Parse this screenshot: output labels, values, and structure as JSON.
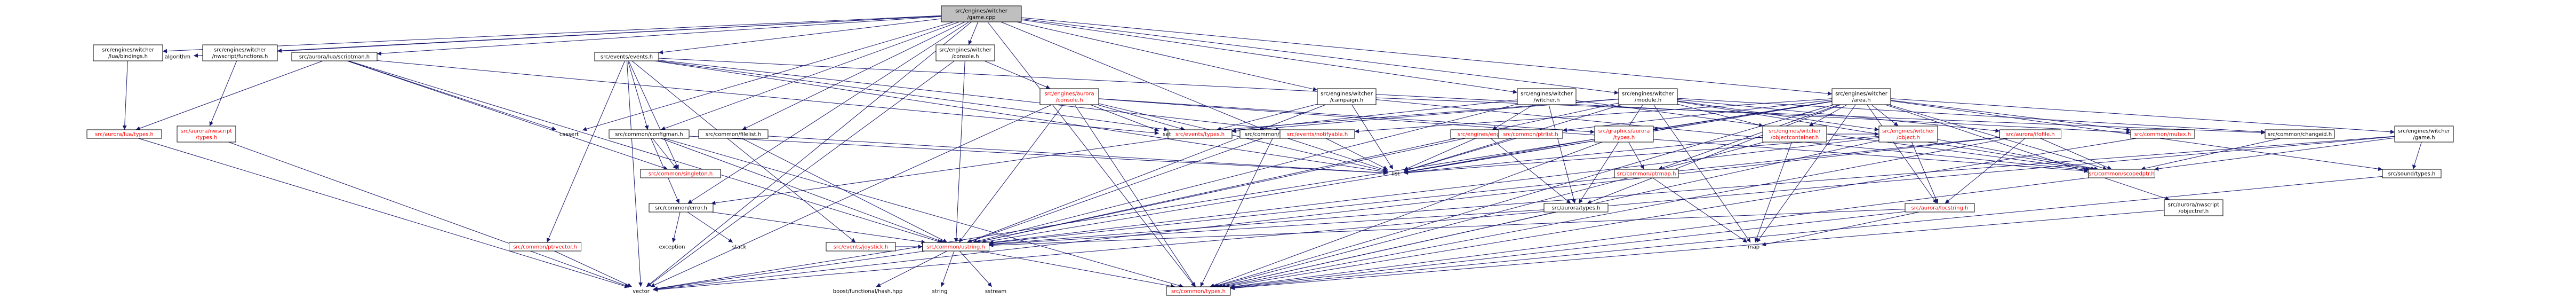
{
  "root": "src/engines/witcher/game.cpp",
  "nodes": [
    {
      "id": "game_cpp",
      "lines": [
        "src/engines/witcher",
        "/game.cpp"
      ],
      "style": "root"
    },
    {
      "id": "lua_bindings",
      "lines": [
        "src/engines/witcher",
        "/lua/bindings.h"
      ],
      "style": "box"
    },
    {
      "id": "algorithm",
      "lines": [
        "algorithm"
      ],
      "style": "plain"
    },
    {
      "id": "nwscript_functions",
      "lines": [
        "src/engines/witcher",
        "/nwscript/functions.h"
      ],
      "style": "box"
    },
    {
      "id": "scriptman",
      "lines": [
        "src/aurora/lua/scriptman.h"
      ],
      "style": "box"
    },
    {
      "id": "console",
      "lines": [
        "src/engines/witcher",
        "/console.h"
      ],
      "style": "box"
    },
    {
      "id": "events",
      "lines": [
        "src/events/events.h"
      ],
      "style": "box"
    },
    {
      "id": "aurora_console",
      "lines": [
        "src/engines/aurora",
        "/console.h"
      ],
      "style": "red"
    },
    {
      "id": "filelist",
      "lines": [
        "src/common/filelist.h"
      ],
      "style": "box"
    },
    {
      "id": "filepath",
      "lines": [
        "src/common/filepath.h"
      ],
      "style": "box"
    },
    {
      "id": "campaign",
      "lines": [
        "src/engines/witcher",
        "/campaign.h"
      ],
      "style": "box"
    },
    {
      "id": "witcher_h",
      "lines": [
        "src/engines/witcher",
        "/witcher.h"
      ],
      "style": "box"
    },
    {
      "id": "module",
      "lines": [
        "src/engines/witcher",
        "/module.h"
      ],
      "style": "box"
    },
    {
      "id": "area",
      "lines": [
        "src/engines/witcher",
        "/area.h"
      ],
      "style": "box"
    },
    {
      "id": "nwscript_types",
      "lines": [
        "src/aurora/nwscript",
        "/types.h"
      ],
      "style": "red"
    },
    {
      "id": "lua_types",
      "lines": [
        "src/aurora/lua/types.h"
      ],
      "style": "red"
    },
    {
      "id": "cassert",
      "lines": [
        "cassert"
      ],
      "style": "plain"
    },
    {
      "id": "configman",
      "lines": [
        "src/common/configman.h"
      ],
      "style": "box"
    },
    {
      "id": "singleton",
      "lines": [
        "src/common/singleton.h"
      ],
      "style": "red"
    },
    {
      "id": "error",
      "lines": [
        "src/common/error.h"
      ],
      "style": "box"
    },
    {
      "id": "ptrvector",
      "lines": [
        "src/common/ptrvector.h"
      ],
      "style": "red"
    },
    {
      "id": "joystick",
      "lines": [
        "src/events/joystick.h"
      ],
      "style": "red"
    },
    {
      "id": "events_types",
      "lines": [
        "src/events/types.h"
      ],
      "style": "red"
    },
    {
      "id": "notifyable",
      "lines": [
        "src/events/notifyable.h"
      ],
      "style": "red"
    },
    {
      "id": "set",
      "lines": [
        "set"
      ],
      "style": "plain"
    },
    {
      "id": "list",
      "lines": [
        "list"
      ],
      "style": "plain"
    },
    {
      "id": "exception",
      "lines": [
        "exception"
      ],
      "style": "plain"
    },
    {
      "id": "stack",
      "lines": [
        "stack"
      ],
      "style": "plain"
    },
    {
      "id": "ustring",
      "lines": [
        "src/common/ustring.h"
      ],
      "style": "red"
    },
    {
      "id": "vector",
      "lines": [
        "vector"
      ],
      "style": "plain"
    },
    {
      "id": "common_types",
      "lines": [
        "src/common/types.h"
      ],
      "style": "red"
    },
    {
      "id": "hash",
      "lines": [
        "boost/functional/hash.hpp"
      ],
      "style": "plain"
    },
    {
      "id": "string",
      "lines": [
        "string"
      ],
      "style": "plain"
    },
    {
      "id": "sstream",
      "lines": [
        "sstream"
      ],
      "style": "plain"
    },
    {
      "id": "engine",
      "lines": [
        "src/engines/engine.h"
      ],
      "style": "red"
    },
    {
      "id": "ptrlist",
      "lines": [
        "src/common/ptrlist.h"
      ],
      "style": "red"
    },
    {
      "id": "graphics_types",
      "lines": [
        "src/graphics/aurora",
        "/types.h"
      ],
      "style": "red"
    },
    {
      "id": "aurora_types",
      "lines": [
        "src/aurora/types.h"
      ],
      "style": "box"
    },
    {
      "id": "ptrmap",
      "lines": [
        "src/common/ptrmap.h"
      ],
      "style": "red"
    },
    {
      "id": "objectcontainer",
      "lines": [
        "src/engines/witcher",
        "/objectcontainer.h"
      ],
      "style": "red"
    },
    {
      "id": "object",
      "lines": [
        "src/engines/witcher",
        "/object.h"
      ],
      "style": "red"
    },
    {
      "id": "locstring",
      "lines": [
        "src/aurora/locstring.h"
      ],
      "style": "red"
    },
    {
      "id": "map",
      "lines": [
        "map"
      ],
      "style": "plain"
    },
    {
      "id": "ifofile",
      "lines": [
        "src/aurora/ifofile.h"
      ],
      "style": "red"
    },
    {
      "id": "mutex",
      "lines": [
        "src/common/mutex.h"
      ],
      "style": "red"
    },
    {
      "id": "changeid",
      "lines": [
        "src/common/changeid.h"
      ],
      "style": "box"
    },
    {
      "id": "objectref",
      "lines": [
        "src/aurora/nwscript",
        "/objectref.h"
      ],
      "style": "box"
    },
    {
      "id": "scopedptr",
      "lines": [
        "src/common/scopedptr.h"
      ],
      "style": "red"
    },
    {
      "id": "game_h",
      "lines": [
        "src/engines/witcher",
        "/game.h"
      ],
      "style": "box"
    },
    {
      "id": "sound_types",
      "lines": [
        "src/sound/types.h"
      ],
      "style": "box"
    }
  ],
  "edges": [
    [
      "game_cpp",
      "lua_bindings"
    ],
    [
      "game_cpp",
      "algorithm"
    ],
    [
      "game_cpp",
      "nwscript_functions"
    ],
    [
      "game_cpp",
      "scriptman"
    ],
    [
      "game_cpp",
      "console"
    ],
    [
      "game_cpp",
      "events"
    ],
    [
      "game_cpp",
      "filelist"
    ],
    [
      "game_cpp",
      "filepath"
    ],
    [
      "game_cpp",
      "configman"
    ],
    [
      "game_cpp",
      "campaign"
    ],
    [
      "game_cpp",
      "witcher_h"
    ],
    [
      "game_cpp",
      "module"
    ],
    [
      "game_cpp",
      "area"
    ],
    [
      "game_cpp",
      "error"
    ],
    [
      "game_cpp",
      "common_types"
    ],
    [
      "game_cpp",
      "cassert"
    ],
    [
      "game_cpp",
      "vector"
    ],
    [
      "lua_bindings",
      "lua_types"
    ],
    [
      "nwscript_functions",
      "nwscript_types"
    ],
    [
      "scriptman",
      "lua_types"
    ],
    [
      "scriptman",
      "cassert"
    ],
    [
      "scriptman",
      "set"
    ],
    [
      "scriptman",
      "singleton"
    ],
    [
      "scriptman",
      "ustring"
    ],
    [
      "console",
      "aurora_console"
    ],
    [
      "console",
      "ustring"
    ],
    [
      "console",
      "vector"
    ],
    [
      "events",
      "configman"
    ],
    [
      "events",
      "joystick"
    ],
    [
      "events",
      "events_types"
    ],
    [
      "events",
      "notifyable"
    ],
    [
      "events",
      "singleton"
    ],
    [
      "events",
      "ptrvector"
    ],
    [
      "events",
      "mutex"
    ],
    [
      "events",
      "list"
    ],
    [
      "events",
      "vector"
    ],
    [
      "aurora_console",
      "events_types"
    ],
    [
      "aurora_console",
      "set"
    ],
    [
      "aurora_console",
      "list"
    ],
    [
      "aurora_console",
      "ustring"
    ],
    [
      "aurora_console",
      "vector"
    ],
    [
      "aurora_console",
      "common_types"
    ],
    [
      "aurora_console",
      "graphics_types"
    ],
    [
      "aurora_console",
      "scopedptr"
    ],
    [
      "filelist",
      "ustring"
    ],
    [
      "filelist",
      "list"
    ],
    [
      "filepath",
      "ustring"
    ],
    [
      "filepath",
      "list"
    ],
    [
      "filepath",
      "common_types"
    ],
    [
      "campaign",
      "events_types"
    ],
    [
      "campaign",
      "ustring"
    ],
    [
      "campaign",
      "list"
    ],
    [
      "campaign",
      "scopedptr"
    ],
    [
      "campaign",
      "changeid"
    ],
    [
      "witcher_h",
      "engine"
    ],
    [
      "witcher_h",
      "aurora_types"
    ],
    [
      "witcher_h",
      "ustring"
    ],
    [
      "witcher_h",
      "scopedptr"
    ],
    [
      "witcher_h",
      "events_types"
    ],
    [
      "module",
      "events_types"
    ],
    [
      "module",
      "ustring"
    ],
    [
      "module",
      "aurora_types"
    ],
    [
      "module",
      "object"
    ],
    [
      "module",
      "objectcontainer"
    ],
    [
      "module",
      "ifofile"
    ],
    [
      "module",
      "scopedptr"
    ],
    [
      "module",
      "changeid"
    ],
    [
      "module",
      "set"
    ],
    [
      "module",
      "list"
    ],
    [
      "module",
      "map"
    ],
    [
      "area",
      "notifyable"
    ],
    [
      "area",
      "ptrlist"
    ],
    [
      "area",
      "graphics_types"
    ],
    [
      "area",
      "ptrmap"
    ],
    [
      "area",
      "objectcontainer"
    ],
    [
      "area",
      "object"
    ],
    [
      "area",
      "mutex"
    ],
    [
      "area",
      "aurora_types"
    ],
    [
      "area",
      "ustring"
    ],
    [
      "area",
      "list"
    ],
    [
      "area",
      "map"
    ],
    [
      "area",
      "locstring"
    ],
    [
      "area",
      "vector"
    ],
    [
      "area",
      "sound_types"
    ],
    [
      "area",
      "objectref"
    ],
    [
      "area",
      "scopedptr"
    ],
    [
      "area",
      "game_h"
    ],
    [
      "area",
      "common_types"
    ],
    [
      "lua_types",
      "vector"
    ],
    [
      "nwscript_types",
      "vector"
    ],
    [
      "configman",
      "singleton"
    ],
    [
      "configman",
      "error"
    ],
    [
      "configman",
      "ustring"
    ],
    [
      "configman",
      "list"
    ],
    [
      "configman",
      "common_types"
    ],
    [
      "error",
      "exception"
    ],
    [
      "error",
      "stack"
    ],
    [
      "error",
      "ustring"
    ],
    [
      "ptrvector",
      "vector"
    ],
    [
      "joystick",
      "ustring"
    ],
    [
      "events_types",
      "error"
    ],
    [
      "notifyable",
      "list"
    ],
    [
      "ustring",
      "hash"
    ],
    [
      "ustring",
      "string"
    ],
    [
      "ustring",
      "sstream"
    ],
    [
      "ustring",
      "vector"
    ],
    [
      "ustring",
      "common_types"
    ],
    [
      "engine",
      "aurora_types"
    ],
    [
      "engine",
      "ustring"
    ],
    [
      "engine",
      "list"
    ],
    [
      "ptrlist",
      "list"
    ],
    [
      "graphics_types",
      "ptrmap"
    ],
    [
      "graphics_types",
      "list"
    ],
    [
      "graphics_types",
      "common_types"
    ],
    [
      "aurora_types",
      "ustring"
    ],
    [
      "aurora_types",
      "common_types"
    ],
    [
      "ptrmap",
      "map"
    ],
    [
      "objectcontainer",
      "list"
    ],
    [
      "objectcontainer",
      "map"
    ],
    [
      "objectcontainer",
      "object"
    ],
    [
      "objectcontainer",
      "common_types"
    ],
    [
      "object",
      "locstring"
    ],
    [
      "object",
      "list"
    ],
    [
      "object",
      "ustring"
    ],
    [
      "object",
      "common_types"
    ],
    [
      "object",
      "scopedptr"
    ],
    [
      "locstring",
      "map"
    ],
    [
      "locstring",
      "ustring"
    ],
    [
      "locstring",
      "common_types"
    ],
    [
      "ifofile",
      "locstring"
    ],
    [
      "ifofile",
      "ustring"
    ],
    [
      "ifofile",
      "vector"
    ],
    [
      "ifofile",
      "common_types"
    ],
    [
      "ifofile",
      "scopedptr"
    ],
    [
      "mutex",
      "common_types"
    ],
    [
      "changeid",
      "scopedptr"
    ],
    [
      "objectref",
      "common_types"
    ],
    [
      "scopedptr",
      "common_types"
    ],
    [
      "game_h",
      "scopedptr"
    ],
    [
      "game_h",
      "sound_types"
    ],
    [
      "game_h",
      "ustring"
    ],
    [
      "game_h",
      "vector"
    ],
    [
      "sound_types",
      "common_types"
    ]
  ]
}
